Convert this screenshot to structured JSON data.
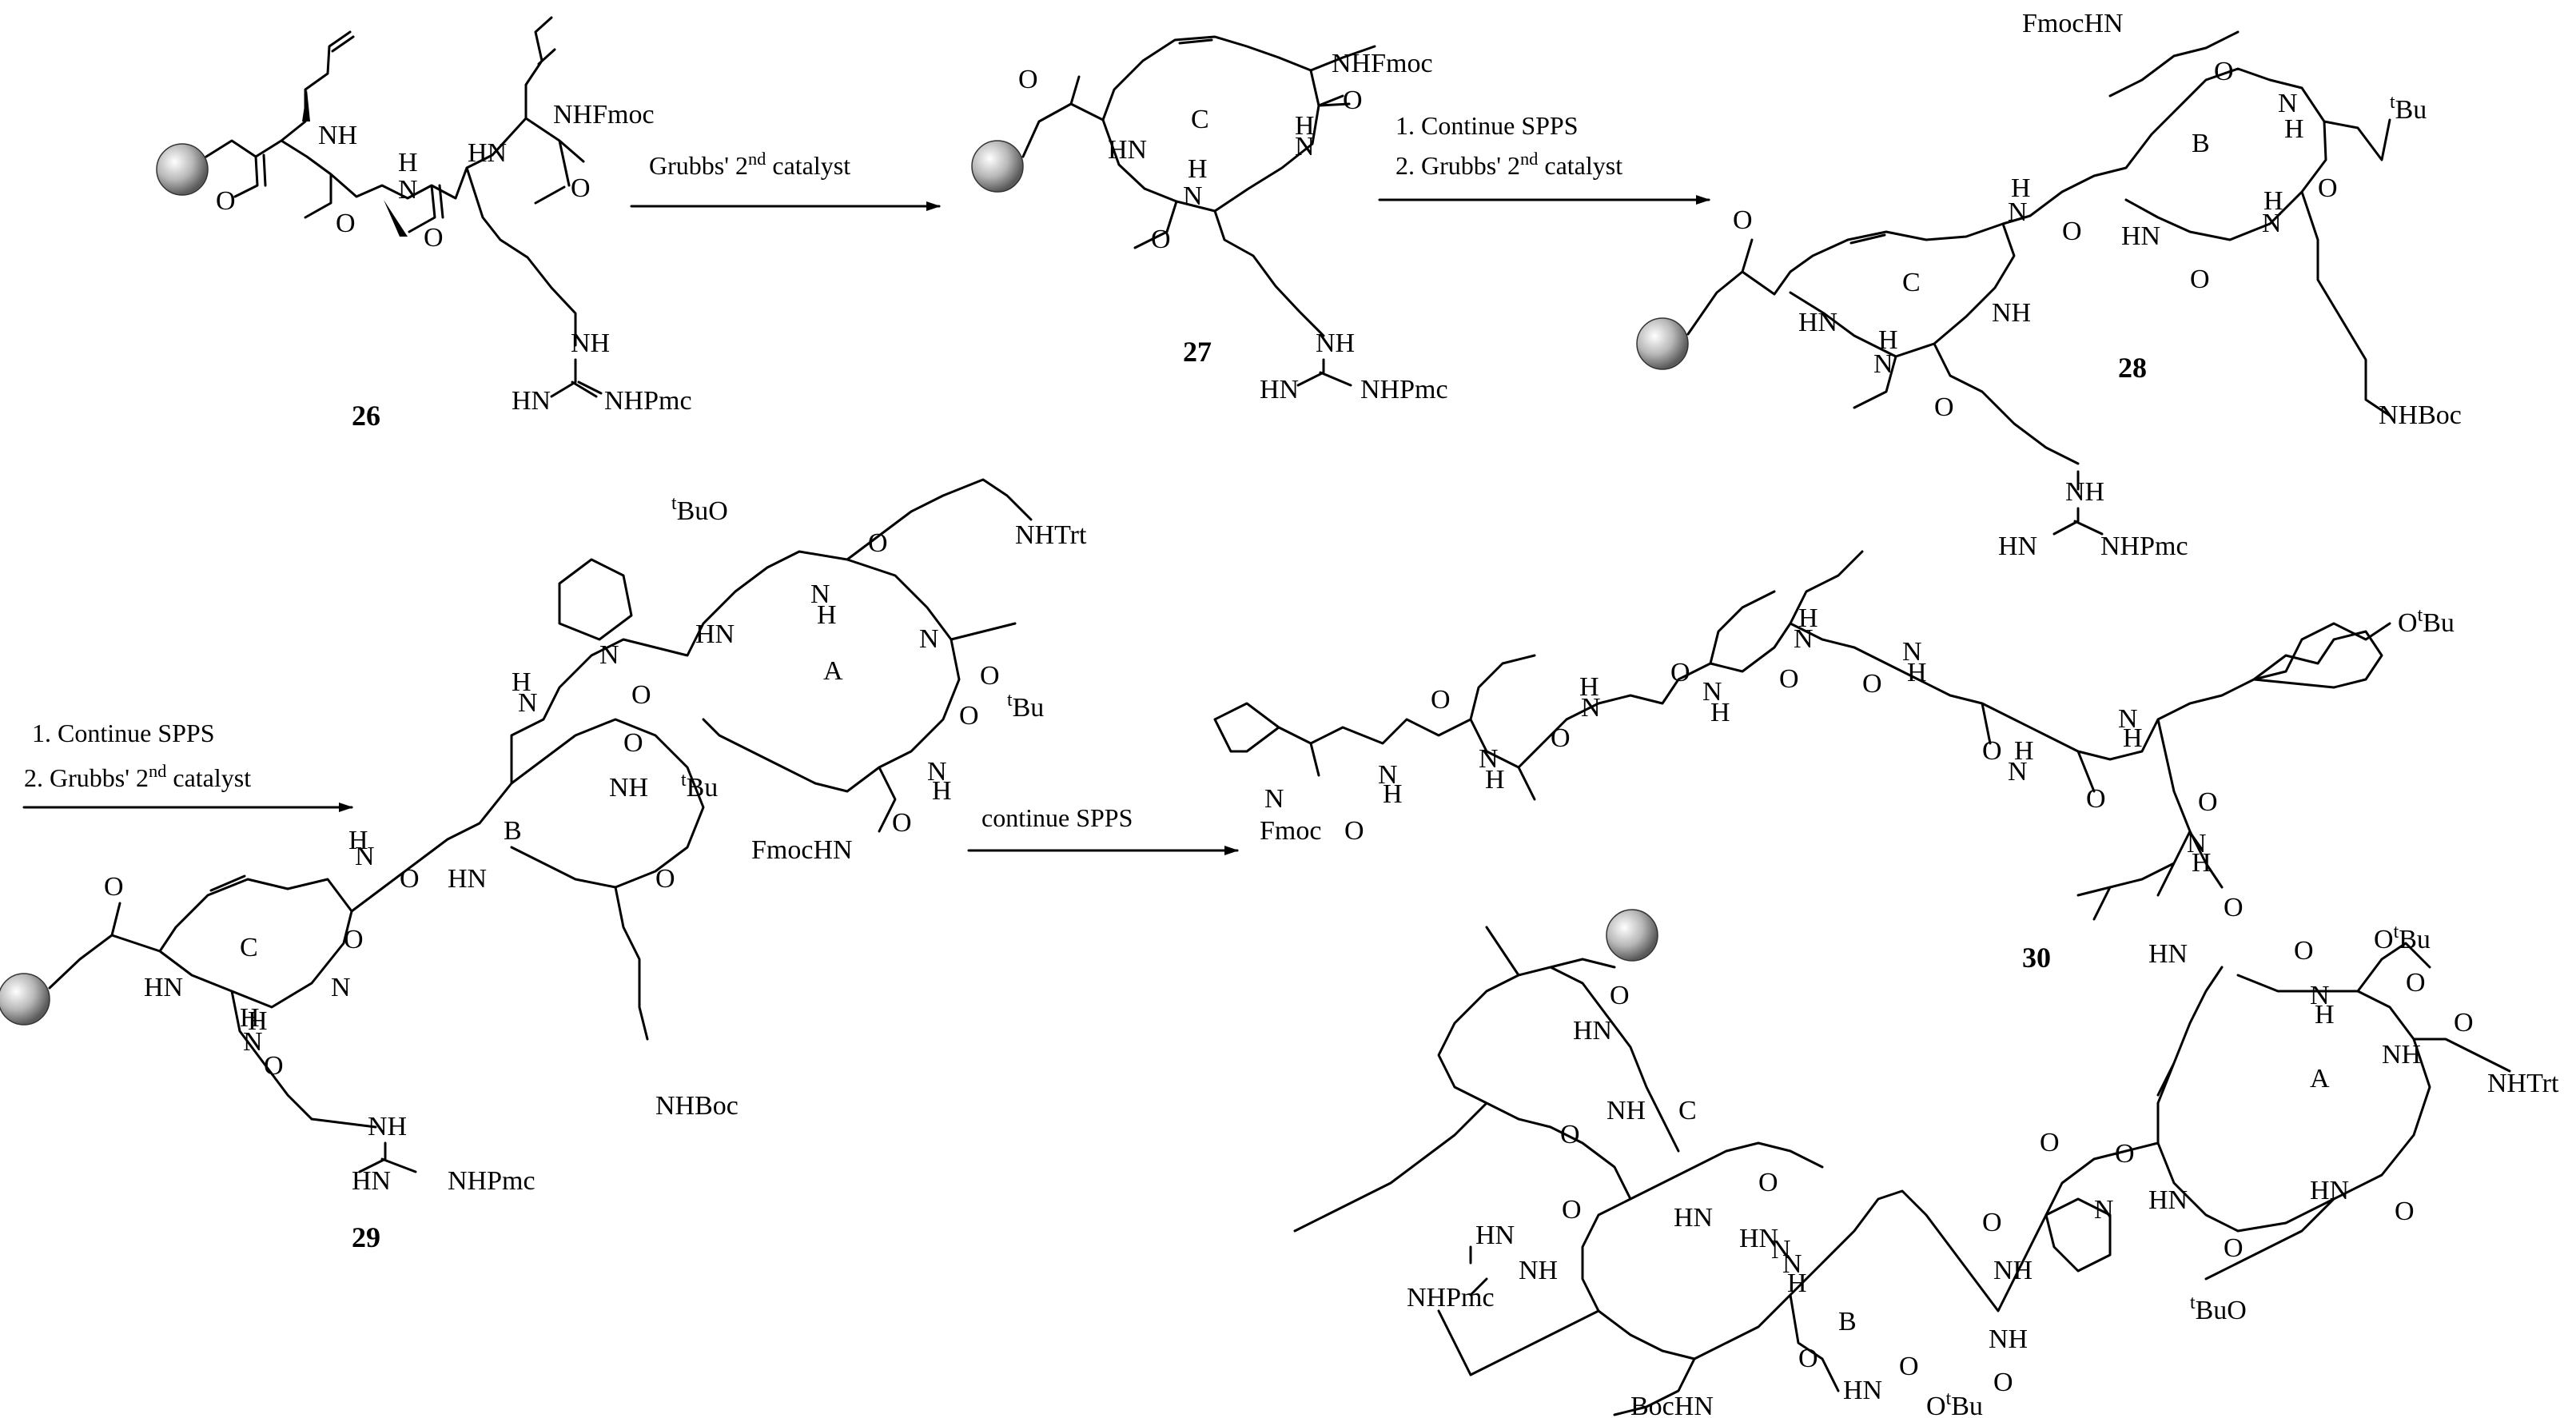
{
  "figure": {
    "compounds": [
      {
        "id": "26",
        "labels": [
          "NH",
          "HN",
          "H",
          "N",
          "O",
          "O",
          "O",
          "O",
          "NHFmoc",
          "NH",
          "HN",
          "NHPmc"
        ]
      },
      {
        "id": "27",
        "labels": [
          "C",
          "NHFmoc",
          "O",
          "HN",
          "H",
          "N",
          "N",
          "H",
          "O",
          "O",
          "NH",
          "HN",
          "NHPmc"
        ]
      },
      {
        "id": "28",
        "labels": [
          "FmocHN",
          "O",
          "N",
          "H",
          "O",
          "tBu",
          "B",
          "H",
          "N",
          "O",
          "HN",
          "N",
          "H",
          "O",
          "C",
          "NH",
          "HN",
          "H",
          "N",
          "O",
          "O",
          "NH",
          "HN",
          "NHPmc",
          "NHBoc"
        ]
      },
      {
        "id": "29",
        "labels": [
          "tBuO",
          "O",
          "NHTrt",
          "N",
          "H",
          "A",
          "N",
          "O",
          "HN",
          "N",
          "O",
          "O",
          "N",
          "H",
          "O",
          "tBu",
          "NH",
          "FmocHN",
          "N",
          "H",
          "O",
          "B",
          "N",
          "H",
          "O",
          "tBu",
          "HN",
          "O",
          "O",
          "C",
          "N",
          "H",
          "O",
          "HN",
          "N",
          "H",
          "O",
          "NH",
          "HN",
          "NHPmc",
          "NHBoc"
        ]
      },
      {
        "id": "30",
        "labels": [
          "N",
          "Fmoc",
          "O",
          "N",
          "H",
          "O",
          "N",
          "H",
          "O",
          "H",
          "N",
          "O",
          "N",
          "H",
          "O",
          "H",
          "N",
          "O",
          "N",
          "H",
          "O",
          "H",
          "N",
          "O",
          "N",
          "H",
          "O",
          "OtBu",
          "N",
          "H",
          "O",
          "HN",
          "O",
          "N",
          "H",
          "OtBu",
          "O",
          "A",
          "NH",
          "O",
          "NHTrt",
          "HN",
          "O",
          "HN",
          "O",
          "tBuO",
          "O",
          "O",
          "N",
          "O",
          "HN",
          "C",
          "O",
          "NH",
          "O",
          "HN",
          "N",
          "O",
          "NH",
          "O",
          "HN",
          "B",
          "N",
          "H",
          "NH",
          "HN",
          "O",
          "O",
          "NHPmc",
          "BocHN",
          "OtBu",
          "O"
        ]
      }
    ],
    "arrows": [
      {
        "id": "arrow-1",
        "lines": [
          "Grubbs' 2nd catalyst"
        ]
      },
      {
        "id": "arrow-2",
        "lines": [
          "1. Continue SPPS",
          "2. Grubbs' 2nd catalyst"
        ]
      },
      {
        "id": "arrow-3",
        "lines": [
          "1. Continue SPPS",
          "2. Grubbs' 2nd catalyst"
        ]
      },
      {
        "id": "arrow-4",
        "lines": [
          "continue SPPS"
        ]
      }
    ]
  }
}
